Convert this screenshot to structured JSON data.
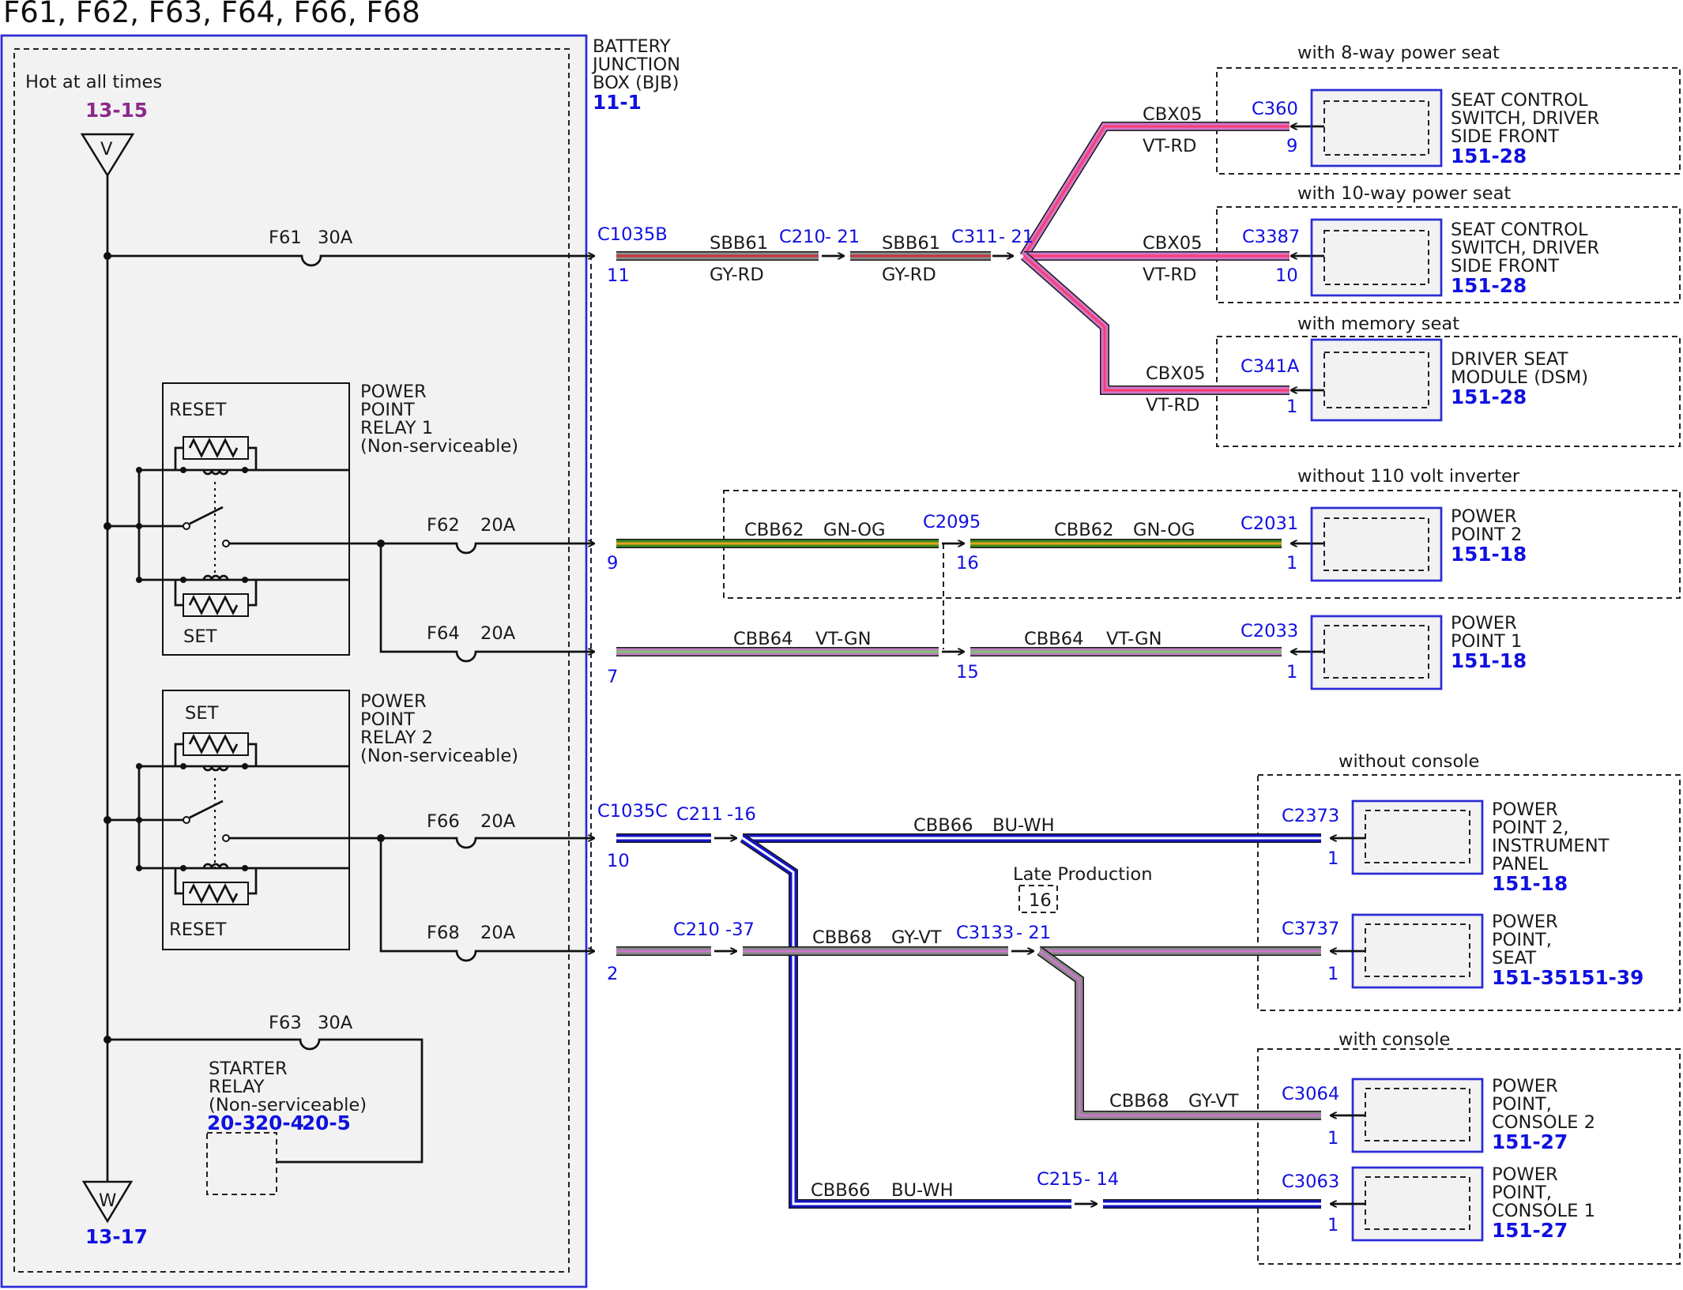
{
  "title": "F61, F62, F63, F64, F66, F68",
  "colors": {
    "gy_rd": [
      "#8c8c8c",
      "#c8323c"
    ],
    "vt_rd": [
      "#cc77cc",
      "#ff3d6e"
    ],
    "gn_og": [
      "#3c8c1e",
      "#e6a21e"
    ],
    "vt_gn": [
      "#bf7fbf",
      "#7cc46e"
    ],
    "bu_wh": [
      "#1414cc",
      "#ffffff"
    ],
    "gy_vt": [
      "#8a8a8a",
      "#cc77cc"
    ],
    "box_border": "#2b2bd6",
    "ref": "#1010e0",
    "power_ref": "#8b2a8b"
  },
  "bjb": {
    "name": "BATTERY JUNCTION BOX (BJB)",
    "name_lines": [
      "BATTERY",
      "JUNCTION",
      "BOX (BJB)"
    ],
    "ref": "11-1",
    "hot": "Hot at all times",
    "power_ref": "13-15",
    "top_bus": "V",
    "bottom_bus": "W",
    "ground_ref": "13-17",
    "fuses": [
      {
        "id": "F61",
        "rating": "30A"
      },
      {
        "id": "F62",
        "rating": "20A"
      },
      {
        "id": "F64",
        "rating": "20A"
      },
      {
        "id": "F66",
        "rating": "20A"
      },
      {
        "id": "F68",
        "rating": "20A"
      },
      {
        "id": "F63",
        "rating": "30A"
      }
    ],
    "relays": [
      {
        "name_lines": [
          "POWER",
          "POINT",
          "RELAY 1",
          "(Non-serviceable)"
        ],
        "top": "RESET",
        "bottom": "SET"
      },
      {
        "name_lines": [
          "POWER",
          "POINT",
          "RELAY 2",
          "(Non-serviceable)"
        ],
        "top": "SET",
        "bottom": "RESET"
      }
    ],
    "starter": {
      "name_lines": [
        "STARTER",
        "RELAY",
        "(Non-serviceable)"
      ],
      "refs": [
        "20-3",
        "20-4",
        "20-5"
      ]
    }
  },
  "connectors": {
    "c1035b": "C1035B",
    "c1035c": "C1035C",
    "c210": "C210",
    "c311": "C311",
    "c211": "C211",
    "c3133": "C3133",
    "c215": "C215",
    "c2095": "C2095",
    "c360": "C360",
    "c3387": "C3387",
    "c341a": "C341A",
    "c2031": "C2031",
    "c2033": "C2033",
    "c2373": "C2373",
    "c3737": "C3737",
    "c3064": "C3064",
    "c3063": "C3063"
  },
  "pins": {
    "p11": "11",
    "p9": "9",
    "p7": "7",
    "p10": "10",
    "p2": "2",
    "p16": "16",
    "p15": "15",
    "p1": "1",
    "c210_21": "- 21",
    "c311_21": "- 21",
    "c211_16": "-16",
    "c210_37": "-37",
    "c3133_21": "- 21",
    "c215_14": "- 14"
  },
  "circuits": {
    "sbb61": "SBB61",
    "cbx05": "CBX05",
    "cbb62": "CBB62",
    "cbb64": "CBB64",
    "cbb66": "CBB66",
    "cbb68": "CBB68"
  },
  "wire_colors": {
    "gy_rd": "GY-RD",
    "vt_rd": "VT-RD",
    "gn_og": "GN-OG",
    "vt_gn": "VT-GN",
    "bu_wh": "BU-WH",
    "gy_vt": "GY-VT"
  },
  "options": {
    "seat8": "with 8-way power seat",
    "seat10": "with 10-way power seat",
    "memory": "with memory seat",
    "no_inverter": "without 110 volt inverter",
    "no_console": "without console",
    "console": "with console",
    "late": "Late Production",
    "late_pin": "16"
  },
  "components": [
    {
      "id": "seat8",
      "name_lines": [
        "SEAT CONTROL",
        "SWITCH, DRIVER",
        "SIDE FRONT"
      ],
      "ref": "151-28"
    },
    {
      "id": "seat10",
      "name_lines": [
        "SEAT CONTROL",
        "SWITCH, DRIVER",
        "SIDE FRONT"
      ],
      "ref": "151-28"
    },
    {
      "id": "dsm",
      "name_lines": [
        "DRIVER SEAT",
        "MODULE (DSM)"
      ],
      "ref": "151-28"
    },
    {
      "id": "pp2",
      "name_lines": [
        "POWER",
        "POINT 2"
      ],
      "ref": "151-18"
    },
    {
      "id": "pp1",
      "name_lines": [
        "POWER",
        "POINT 1"
      ],
      "ref": "151-18"
    },
    {
      "id": "pp2ip",
      "name_lines": [
        "POWER",
        "POINT 2,",
        "INSTRUMENT",
        "PANEL"
      ],
      "ref": "151-18"
    },
    {
      "id": "ppseat",
      "name_lines": [
        "POWER",
        "POINT,",
        "SEAT"
      ],
      "ref": "151-35151-39"
    },
    {
      "id": "ppc2",
      "name_lines": [
        "POWER",
        "POINT,",
        "CONSOLE 2"
      ],
      "ref": "151-27"
    },
    {
      "id": "ppc1",
      "name_lines": [
        "POWER",
        "POINT,",
        "CONSOLE 1"
      ],
      "ref": "151-27"
    }
  ]
}
